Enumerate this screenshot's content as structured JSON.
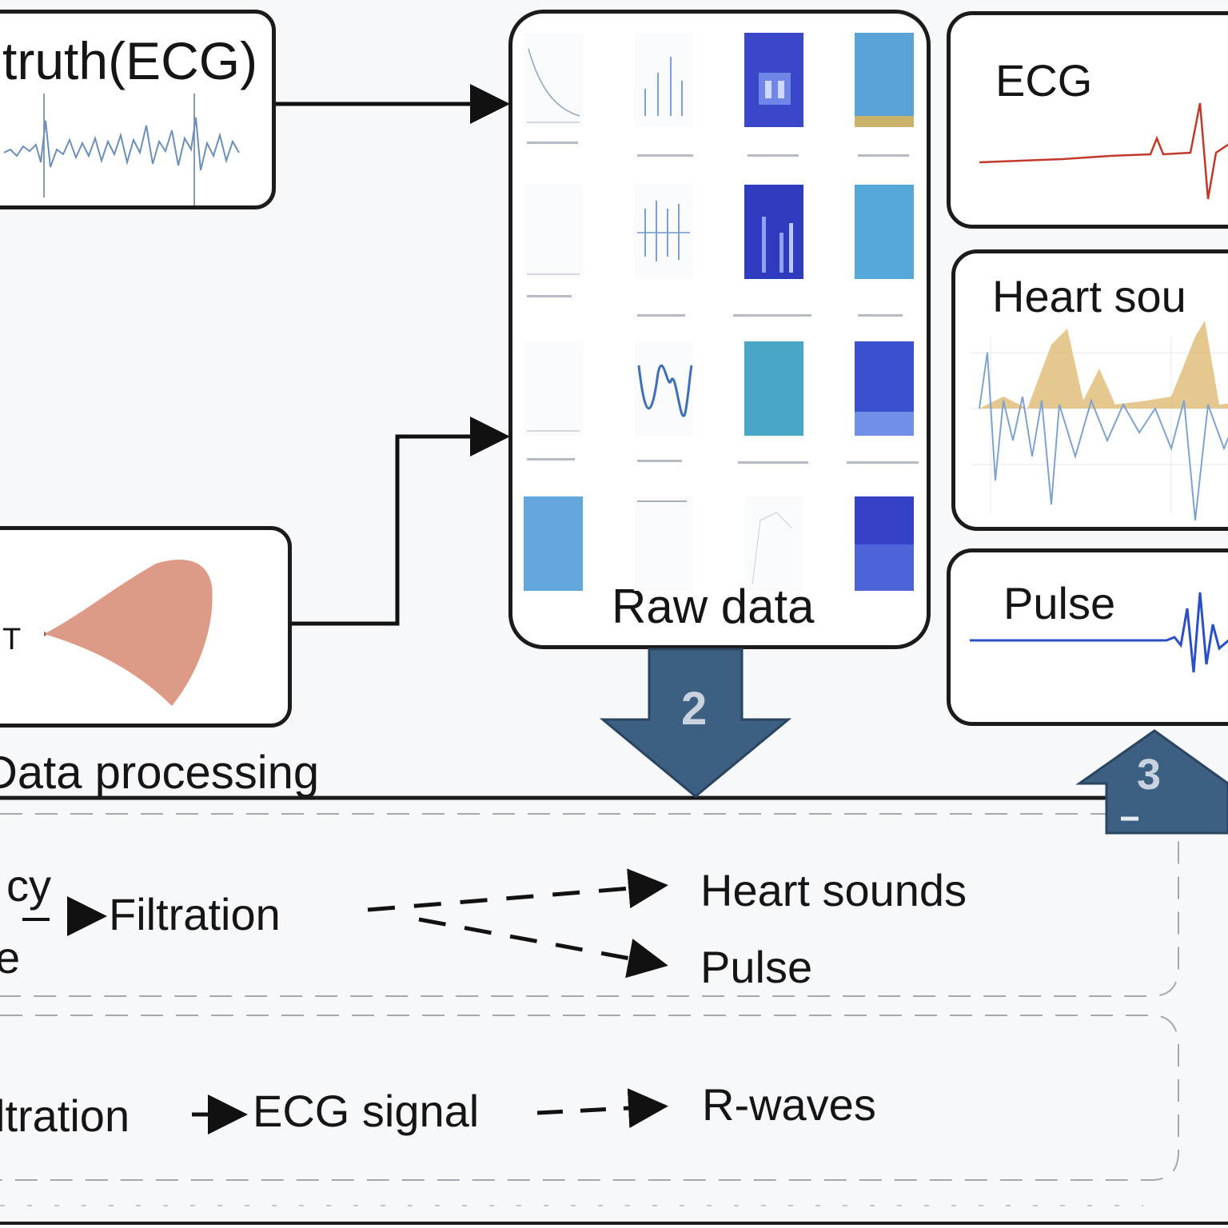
{
  "top_left_box": {
    "title": "truth(ECG)"
  },
  "raw_data": {
    "title": "Raw data"
  },
  "outputs": {
    "ecg": "ECG",
    "heart_sounds": "Heart sou",
    "pulse": "Pulse"
  },
  "section_title": "Data processing",
  "steps": {
    "arrow_2": "2",
    "arrow_3": "3"
  },
  "pipeline_top": {
    "frag_1": "cy",
    "frag_2": "e",
    "filtration": "Filtration",
    "out_1": "Heart sounds",
    "out_2": "Pulse"
  },
  "pipeline_bottom": {
    "filtration": "ltration",
    "ecg_signal": "ECG signal",
    "out": "R-waves"
  },
  "colors": {
    "arrow_fill": "#3c5f82",
    "ecg_trace": "#c0392b",
    "pulse_trace": "#2b4fc4",
    "heart_fill": "#dcb56a",
    "heart_line": "#7fa3cf",
    "sensor": "#dd9a86"
  }
}
